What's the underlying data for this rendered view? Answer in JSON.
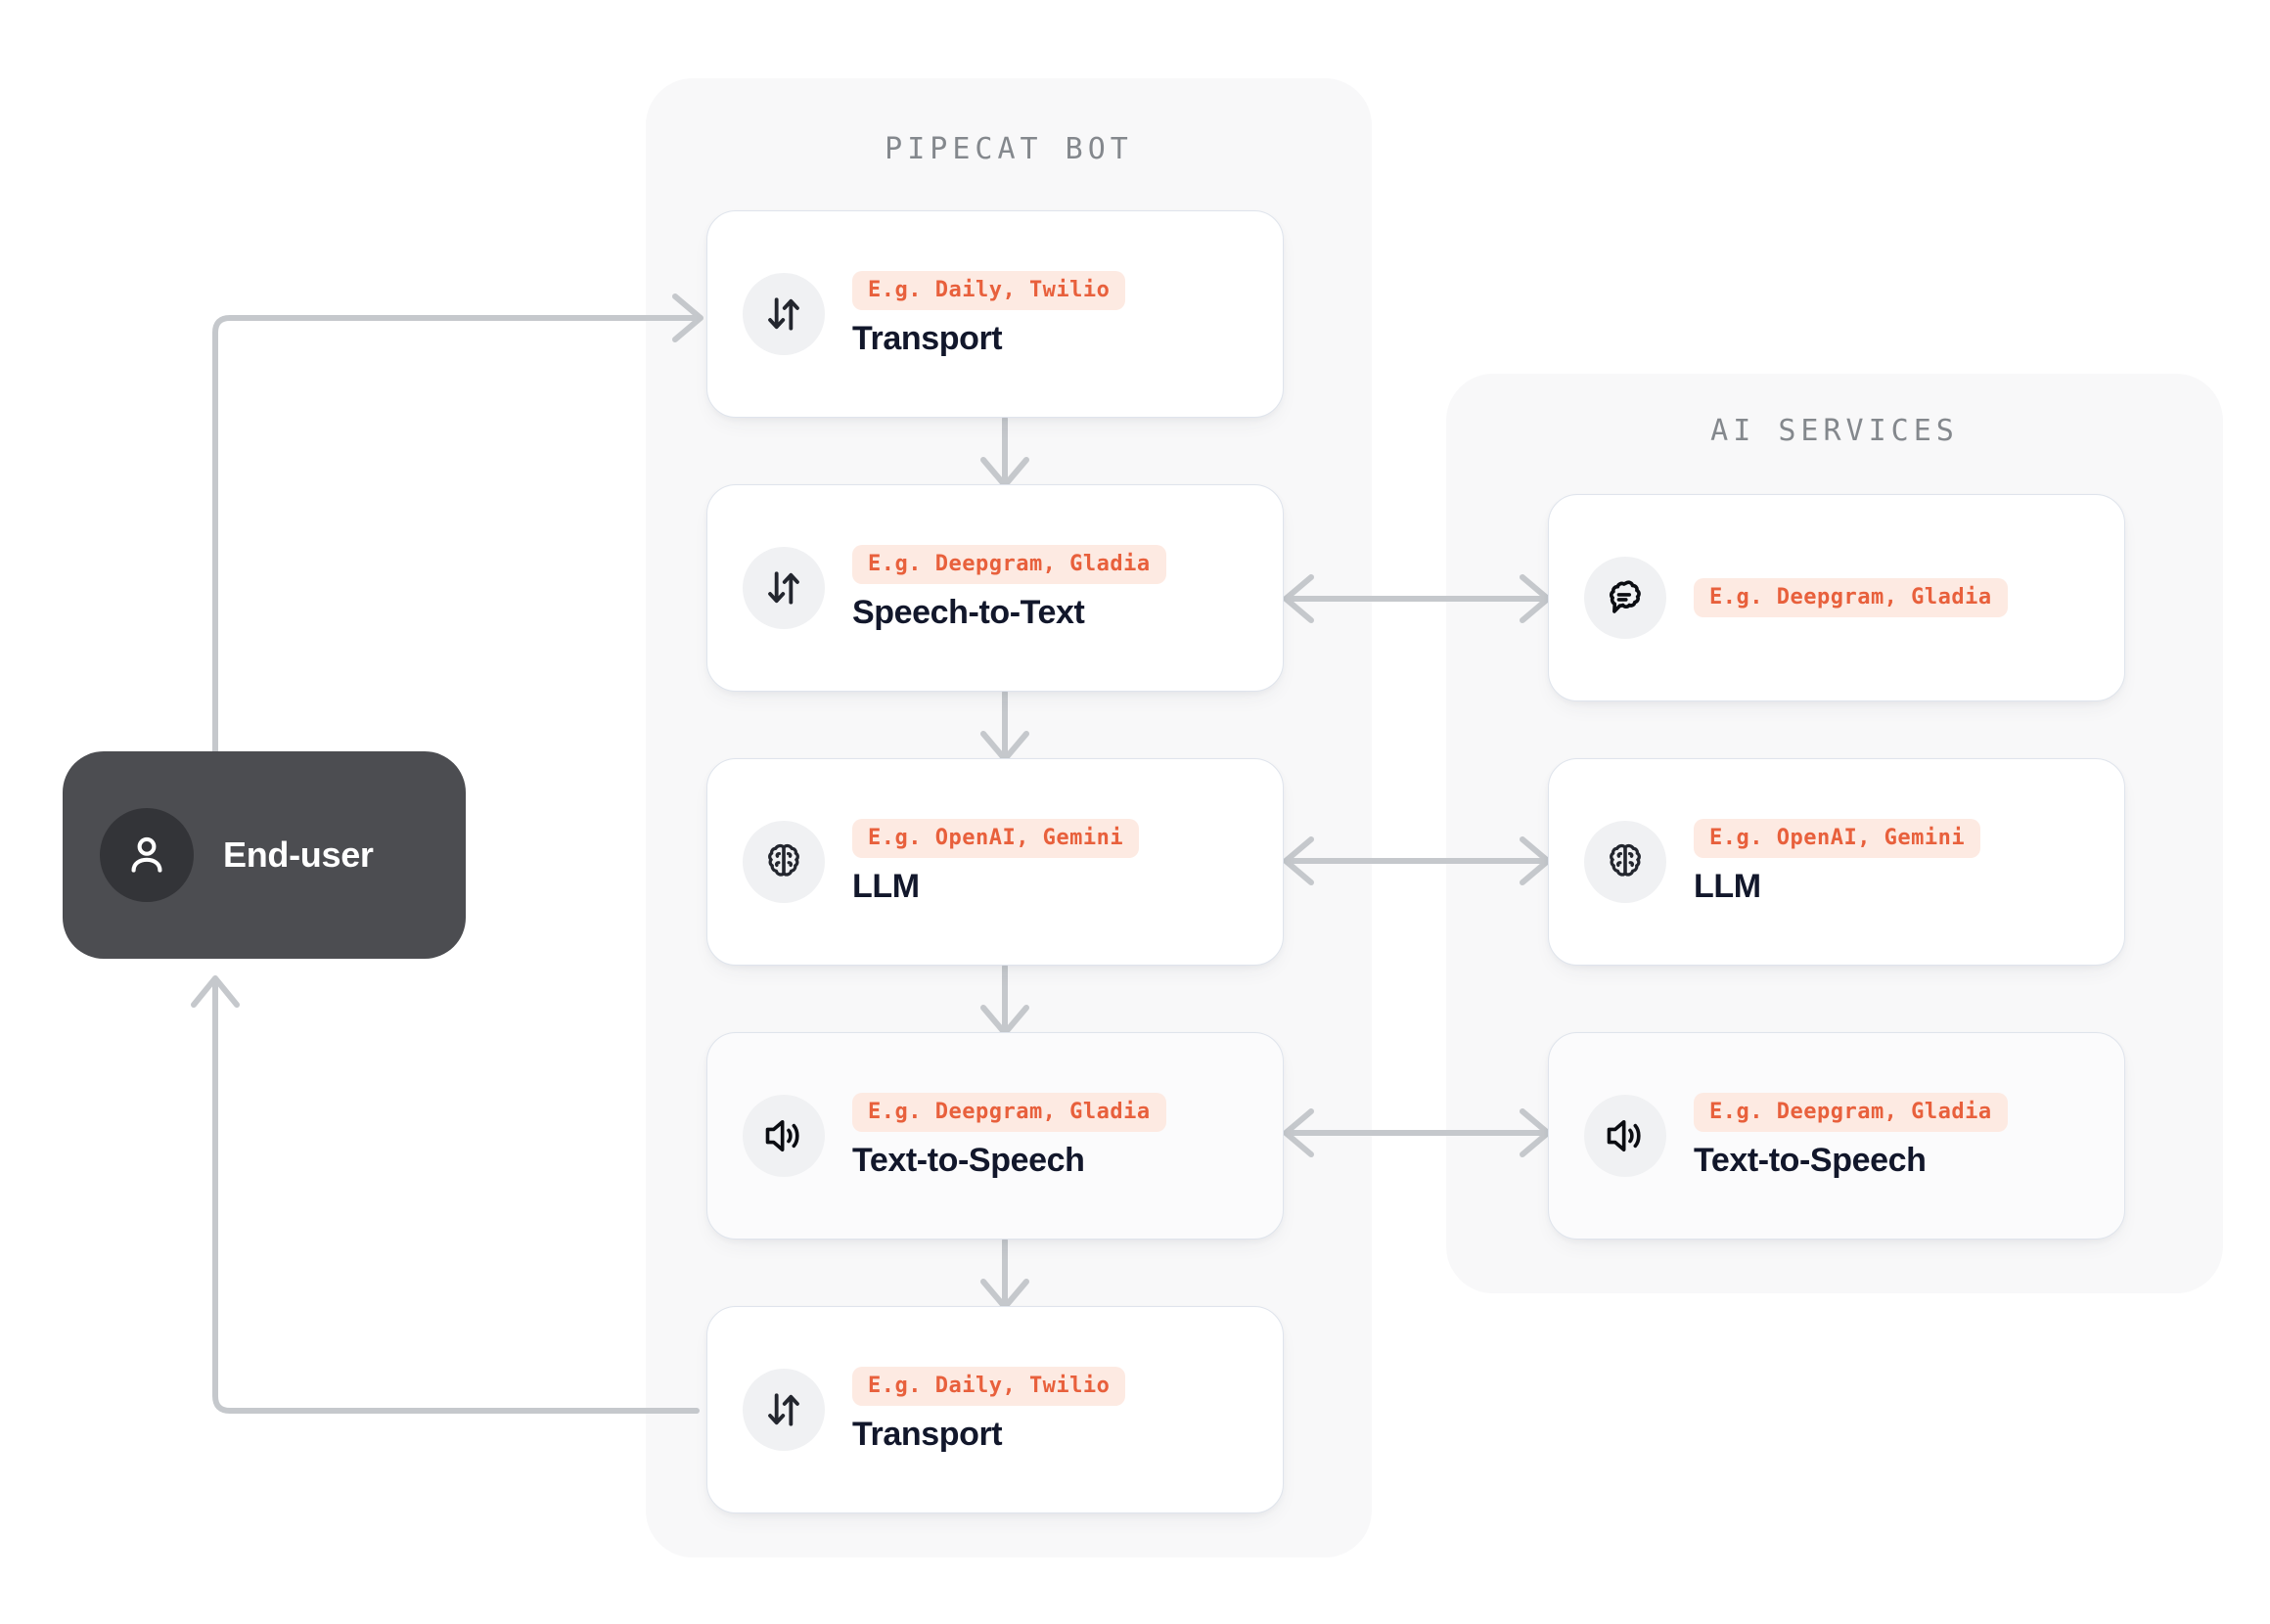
{
  "groups": {
    "pipecat": {
      "title": "PIPECAT BOT"
    },
    "ai_services": {
      "title": "AI SERVICES"
    }
  },
  "end_user": {
    "label": "End-user",
    "icon": "user-icon"
  },
  "pipeline": [
    {
      "icon": "transfer-icon",
      "badge": "E.g. Daily, Twilio",
      "title": "Transport"
    },
    {
      "icon": "transfer-icon",
      "badge": "E.g. Deepgram, Gladia",
      "title": "Speech-to-Text"
    },
    {
      "icon": "brain-icon",
      "badge": "E.g. OpenAI, Gemini",
      "title": "LLM"
    },
    {
      "icon": "speaker-icon",
      "badge": "E.g. Deepgram, Gladia",
      "title": "Text-to-Speech"
    },
    {
      "icon": "transfer-icon",
      "badge": "E.g. Daily, Twilio",
      "title": "Transport"
    }
  ],
  "services": [
    {
      "icon": "chat-bubble-icon",
      "badge": "E.g. Deepgram, Gladia",
      "title": ""
    },
    {
      "icon": "brain-icon",
      "badge": "E.g. OpenAI, Gemini",
      "title": "LLM"
    },
    {
      "icon": "speaker-icon",
      "badge": "E.g. Deepgram, Gladia",
      "title": "Text-to-Speech"
    }
  ],
  "colors": {
    "badge_text": "#e8603c",
    "badge_bg": "#fdeae2",
    "card_bg": "#ffffff",
    "panel_bg": "#f8f8f9",
    "end_user_bg": "#4c4d51",
    "connector": "#c5c8cc",
    "title_text": "#12172b",
    "group_title": "#84888d"
  }
}
